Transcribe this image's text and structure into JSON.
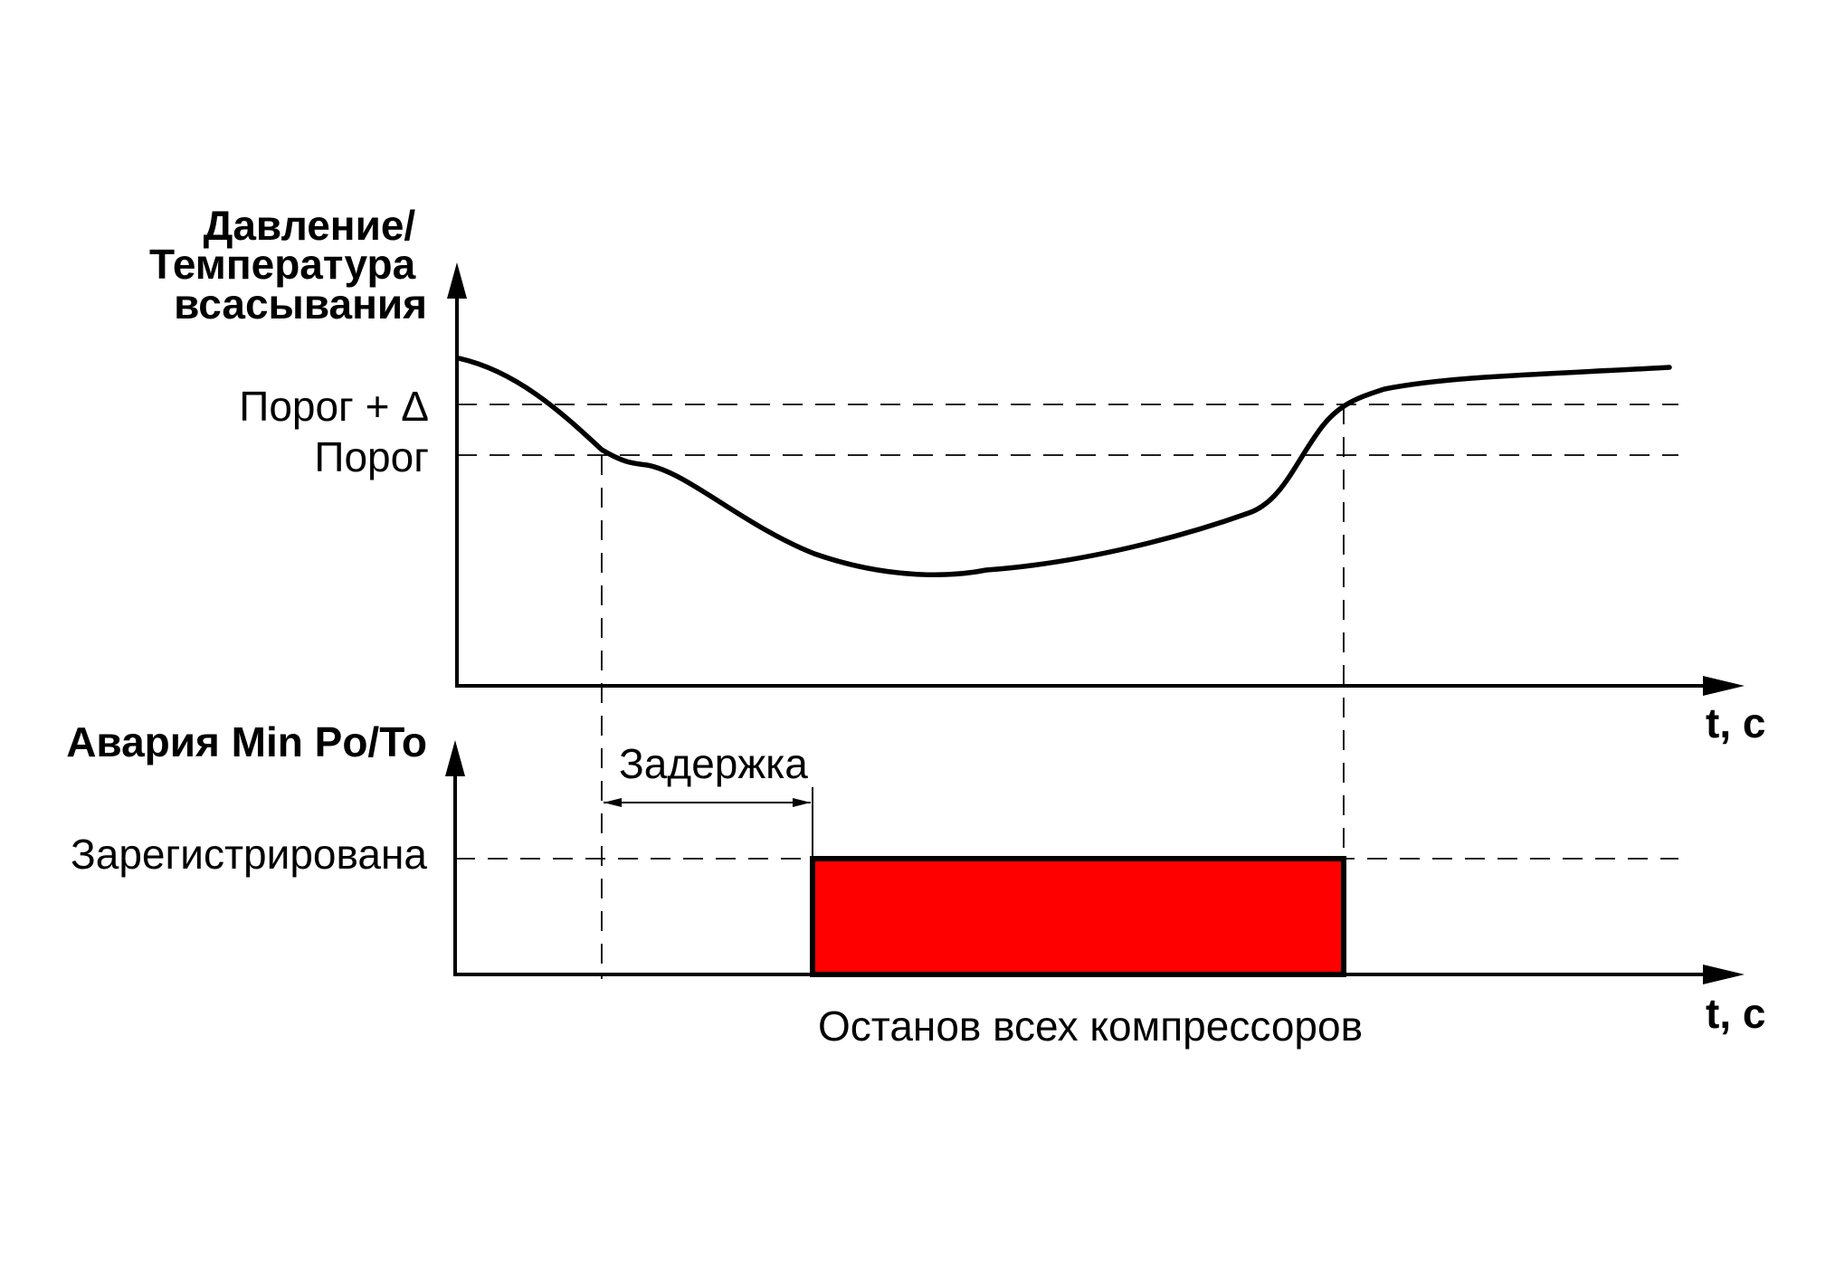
{
  "top_chart": {
    "y_axis_label_lines": [
      "Давление/",
      "Температура",
      "всасывания"
    ],
    "x_axis_label": "t, с",
    "level_labels": {
      "threshold_plus_delta": "Порог + Δ",
      "threshold": "Порог"
    }
  },
  "bottom_chart": {
    "y_axis_label": "Авария Min Po/To",
    "x_axis_label": "t, с",
    "level_label": "Зарегистрирована",
    "delay_label": "Задержка",
    "action_label": "Останов всех компрессоров"
  },
  "colors": {
    "alarm_fill": "#ff0000",
    "line": "#000000",
    "background": "#ffffff"
  }
}
